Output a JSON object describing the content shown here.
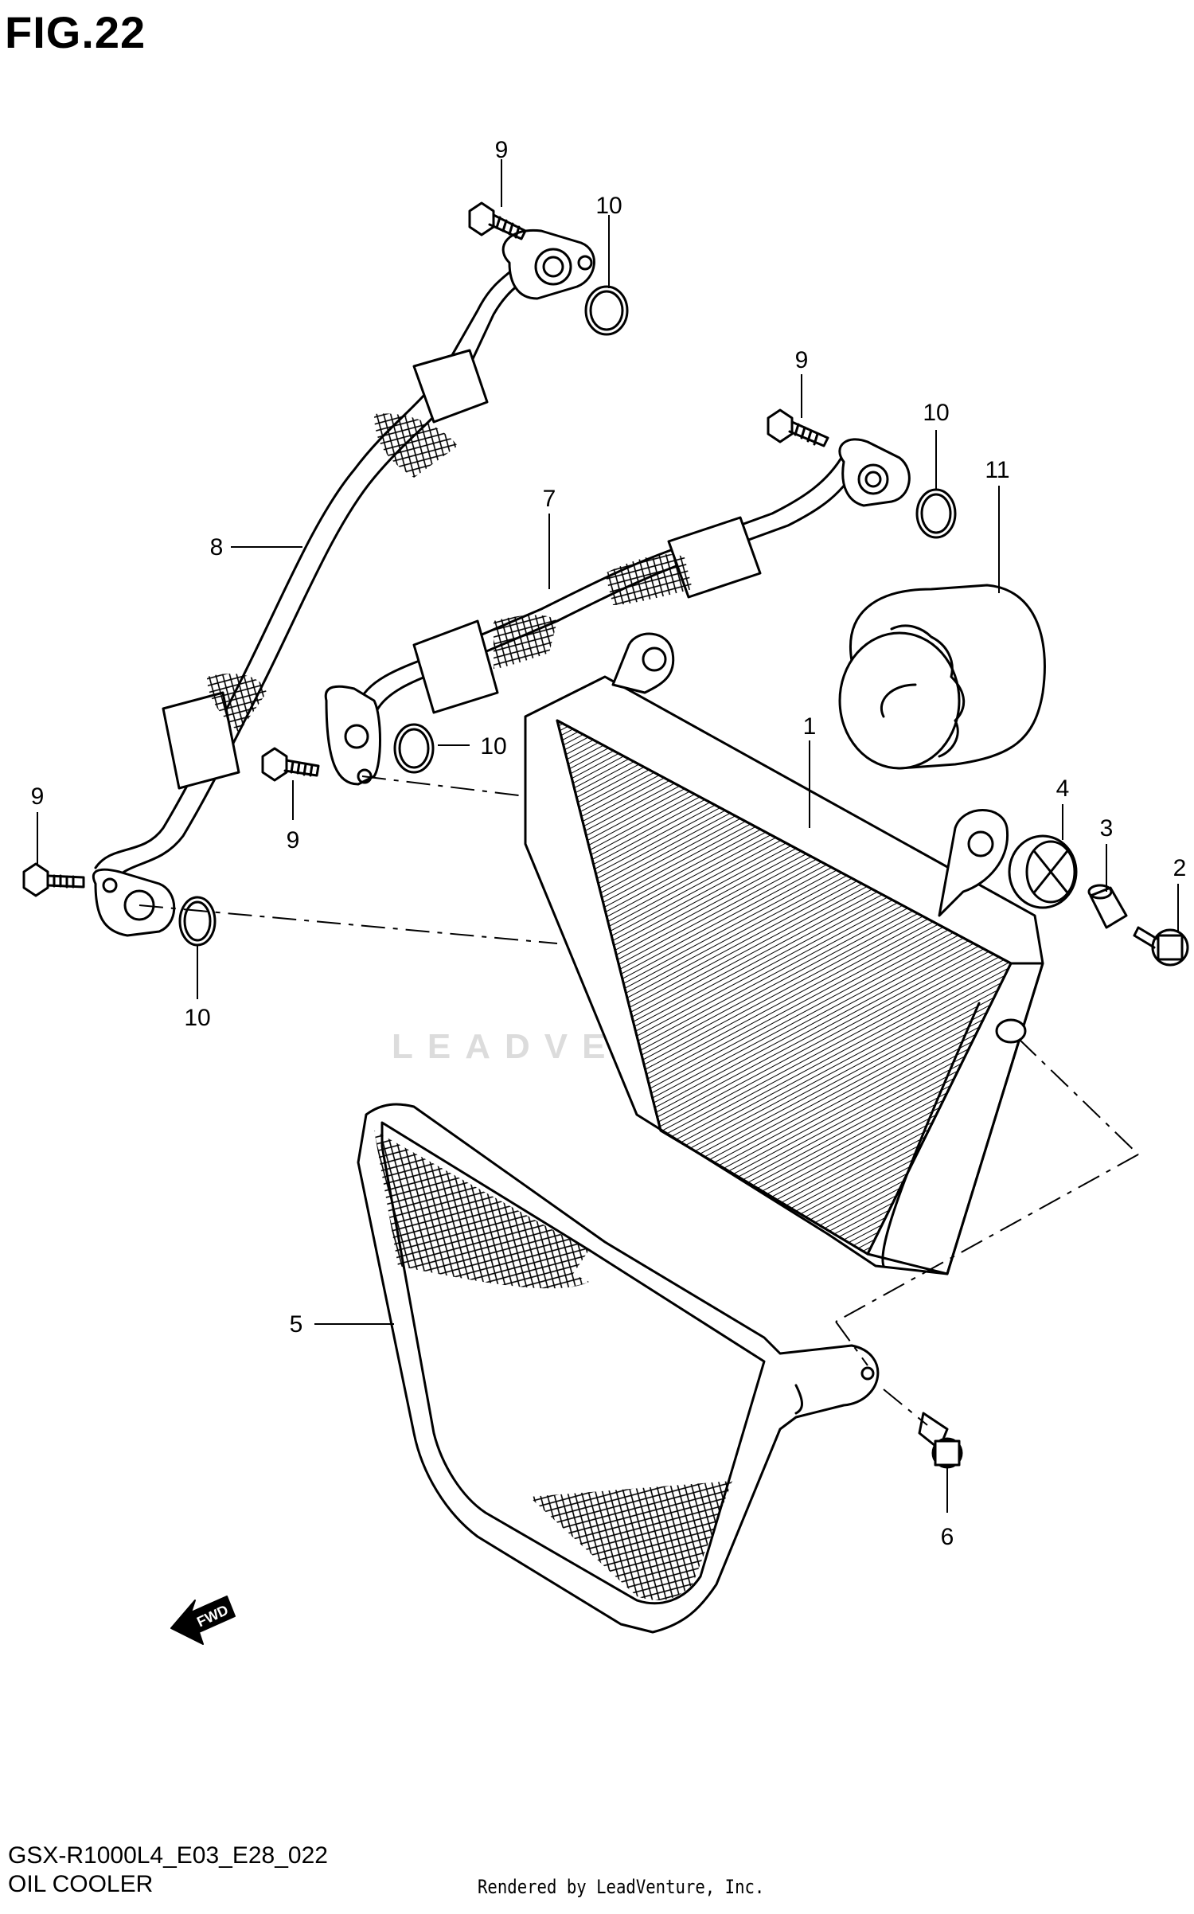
{
  "figure": {
    "title": "FIG.22",
    "code": "GSX-R1000L4_E03_E28_022",
    "name": "OIL COOLER",
    "rendered_by": "Rendered by LeadVenture, Inc.",
    "watermark": "LEADVENTURE"
  },
  "callouts": [
    {
      "id": "c1",
      "label": "1"
    },
    {
      "id": "c2",
      "label": "2"
    },
    {
      "id": "c3",
      "label": "3"
    },
    {
      "id": "c4",
      "label": "4"
    },
    {
      "id": "c5",
      "label": "5"
    },
    {
      "id": "c6",
      "label": "6"
    },
    {
      "id": "c7",
      "label": "7"
    },
    {
      "id": "c8",
      "label": "8"
    },
    {
      "id": "c9a",
      "label": "9"
    },
    {
      "id": "c9b",
      "label": "9"
    },
    {
      "id": "c9c",
      "label": "9"
    },
    {
      "id": "c9d",
      "label": "9"
    },
    {
      "id": "c10a",
      "label": "10"
    },
    {
      "id": "c10b",
      "label": "10"
    },
    {
      "id": "c10c",
      "label": "10"
    },
    {
      "id": "c10d",
      "label": "10"
    },
    {
      "id": "c11",
      "label": "11"
    }
  ],
  "fwd_marker": "FWD"
}
